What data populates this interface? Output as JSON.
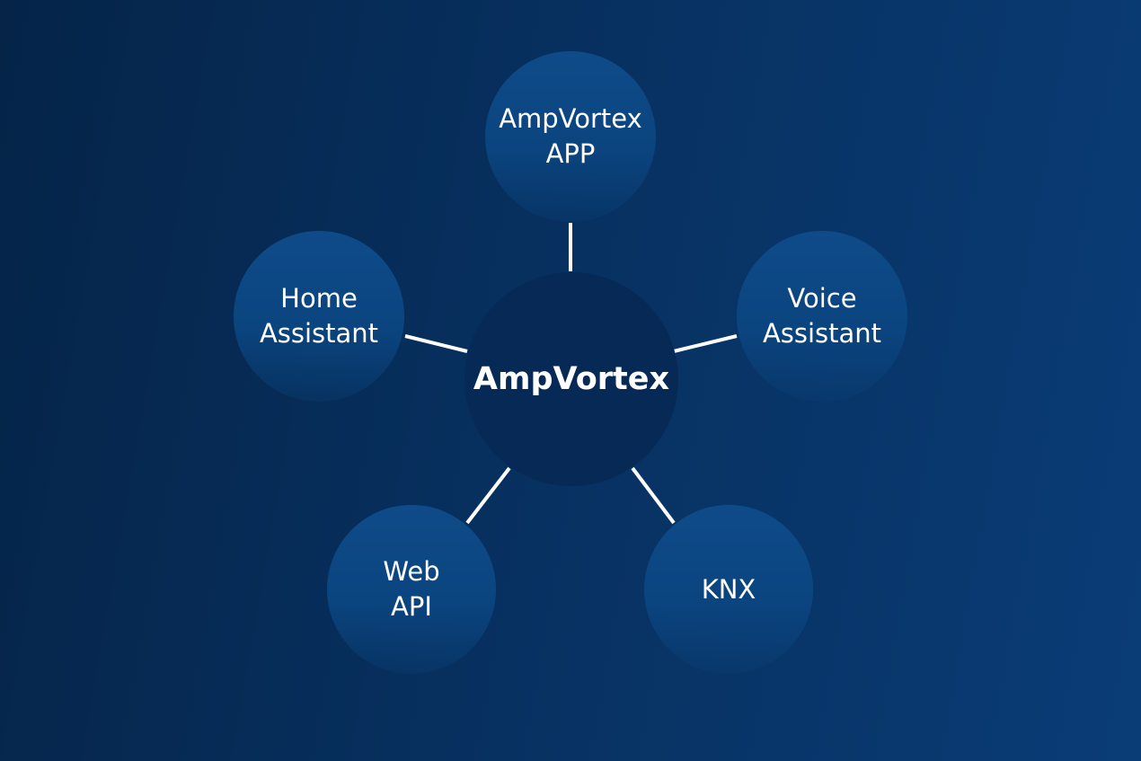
{
  "hub": {
    "label": "AmpVortex"
  },
  "nodes": [
    {
      "id": "app",
      "line1": "AmpVortex",
      "line2": "APP"
    },
    {
      "id": "home",
      "line1": "Home",
      "line2": "Assistant"
    },
    {
      "id": "voice",
      "line1": "Voice",
      "line2": "Assistant"
    },
    {
      "id": "web",
      "line1": "Web",
      "line2": "API"
    },
    {
      "id": "knx",
      "line1": "KNX",
      "line2": ""
    }
  ],
  "colors": {
    "connector": "#ffffff",
    "hub": "#062a55",
    "node": "#0e4b88"
  }
}
